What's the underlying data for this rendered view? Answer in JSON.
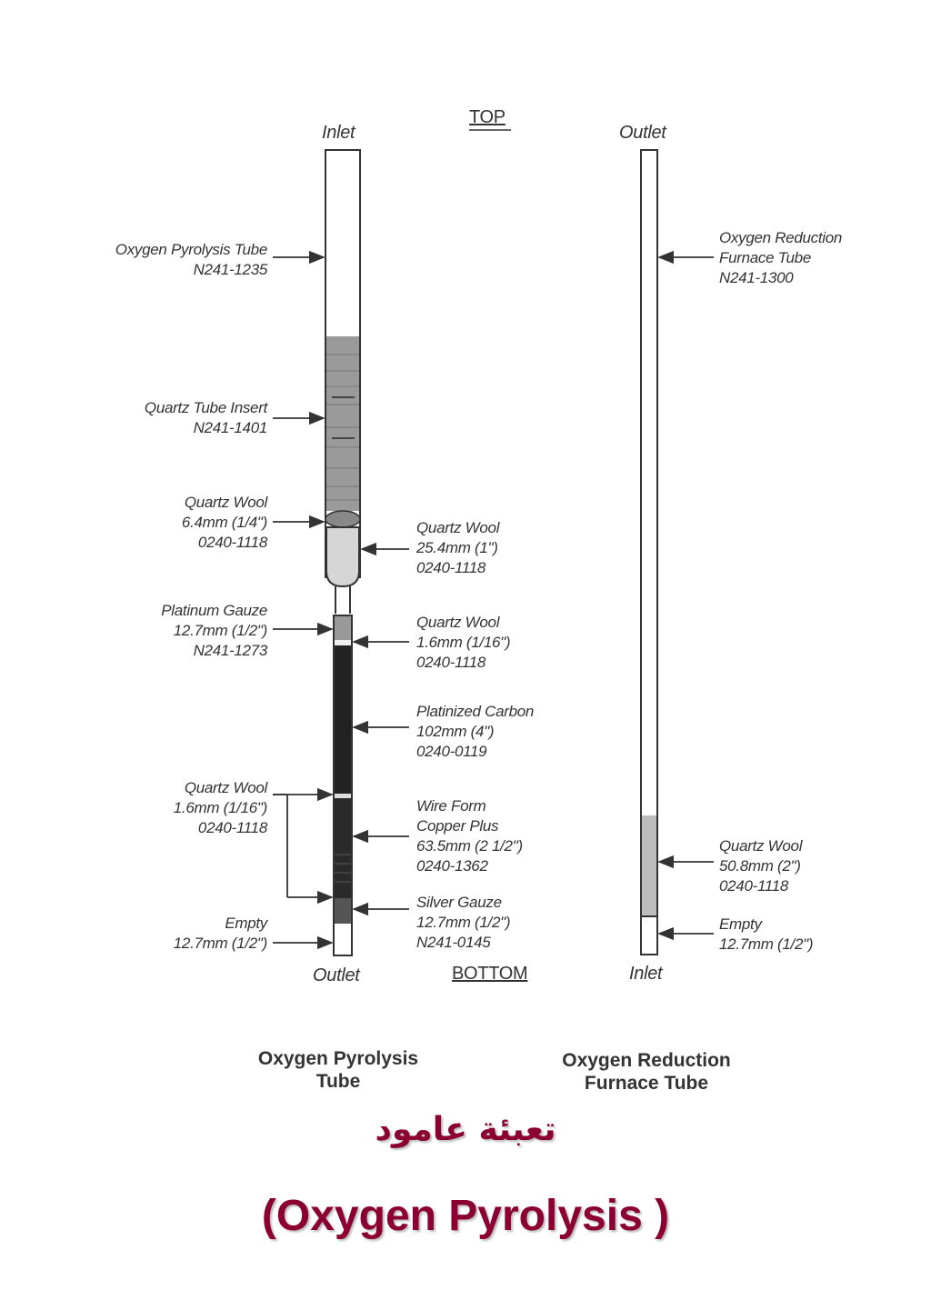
{
  "headers": {
    "top": "TOP",
    "bottom": "BOTTOM",
    "pyro_top": "Inlet",
    "pyro_bottom": "Outlet",
    "red_top": "Outlet",
    "red_bottom": "Inlet"
  },
  "pyrolysis_labels": {
    "tube": [
      "Oxygen Pyrolysis Tube",
      "N241-1235"
    ],
    "insert": [
      "Quartz Tube Insert",
      "N241-1401"
    ],
    "wool_a": [
      "Quartz Wool",
      "6.4mm (1/4\")",
      "0240-1118"
    ],
    "wool_b": [
      "Quartz Wool",
      "25.4mm (1\")",
      "0240-1118"
    ],
    "platinum": [
      "Platinum Gauze",
      "12.7mm (1/2\")",
      "N241-1273"
    ],
    "wool_c": [
      "Quartz Wool",
      "1.6mm (1/16\")",
      "0240-1118"
    ],
    "carbon": [
      "Platinized Carbon",
      "102mm (4\")",
      "0240-0119"
    ],
    "wool_d": [
      "Quartz Wool",
      "1.6mm (1/16\")",
      "0240-1118"
    ],
    "copper": [
      "Wire Form",
      "Copper Plus",
      "63.5mm (2 1/2\")",
      "0240-1362"
    ],
    "silver": [
      "Silver Gauze",
      "12.7mm (1/2\")",
      "N241-0145"
    ],
    "empty": [
      "Empty",
      "12.7mm (1/2\")"
    ]
  },
  "reduction_labels": {
    "tube": [
      "Oxygen Reduction",
      "Furnace Tube",
      "N241-1300"
    ],
    "wool": [
      "Quartz Wool",
      "50.8mm (2\")",
      "0240-1118"
    ],
    "empty": [
      "Empty",
      "12.7mm (1/2\")"
    ]
  },
  "captions": {
    "pyrolysis": [
      "Oxygen Pyrolysis",
      "Tube"
    ],
    "reduction": [
      "Oxygen Reduction",
      "Furnace Tube"
    ]
  },
  "title_arabic": "تعبئة عامود",
  "title_english": "(Oxygen Pyrolysis )",
  "colors": {
    "title": "#8b0030",
    "line": "#333333"
  }
}
